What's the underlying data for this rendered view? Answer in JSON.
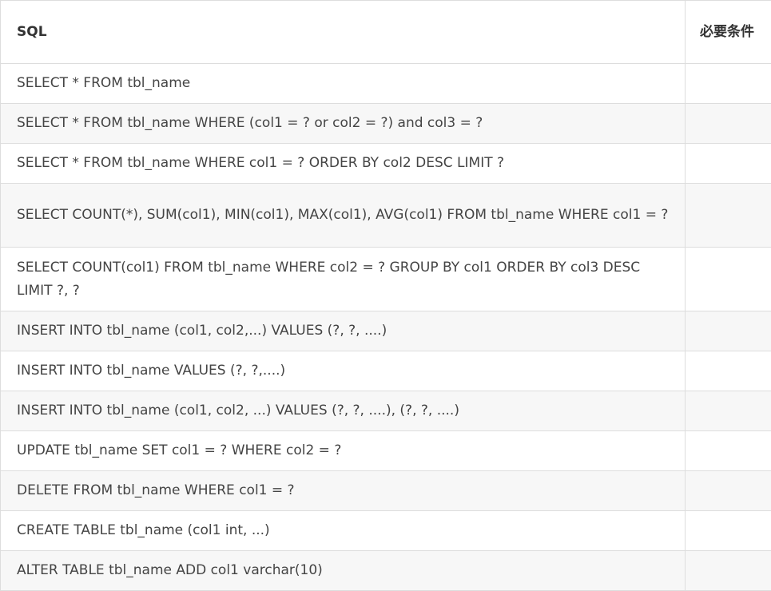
{
  "table": {
    "headers": {
      "sql": "SQL",
      "required": "必要条件"
    },
    "rows": [
      {
        "sql": "SELECT * FROM tbl_name",
        "required": ""
      },
      {
        "sql": "SELECT * FROM tbl_name WHERE (col1 = ? or col2 = ?) and col3 = ?",
        "required": ""
      },
      {
        "sql": "SELECT * FROM tbl_name WHERE col1 = ? ORDER BY col2 DESC LIMIT ?",
        "required": ""
      },
      {
        "sql": "SELECT COUNT(*), SUM(col1), MIN(col1), MAX(col1), AVG(col1) FROM tbl_name WHERE col1 = ?",
        "required": ""
      },
      {
        "sql": "SELECT COUNT(col1) FROM tbl_name WHERE col2 = ? GROUP BY col1 ORDER BY col3 DESC LIMIT ?, ?",
        "required": ""
      },
      {
        "sql": "INSERT INTO tbl_name (col1, col2,...) VALUES (?, ?, ....)",
        "required": ""
      },
      {
        "sql": "INSERT INTO tbl_name VALUES (?, ?,....)",
        "required": ""
      },
      {
        "sql": "INSERT INTO tbl_name (col1, col2, ...) VALUES (?, ?, ....), (?, ?, ....)",
        "required": ""
      },
      {
        "sql": "UPDATE tbl_name SET col1 = ? WHERE col2 = ?",
        "required": ""
      },
      {
        "sql": "DELETE FROM tbl_name WHERE col1 = ?",
        "required": ""
      },
      {
        "sql": "CREATE TABLE tbl_name (col1 int, ...)",
        "required": ""
      },
      {
        "sql": "ALTER TABLE tbl_name ADD col1 varchar(10)",
        "required": ""
      }
    ]
  }
}
